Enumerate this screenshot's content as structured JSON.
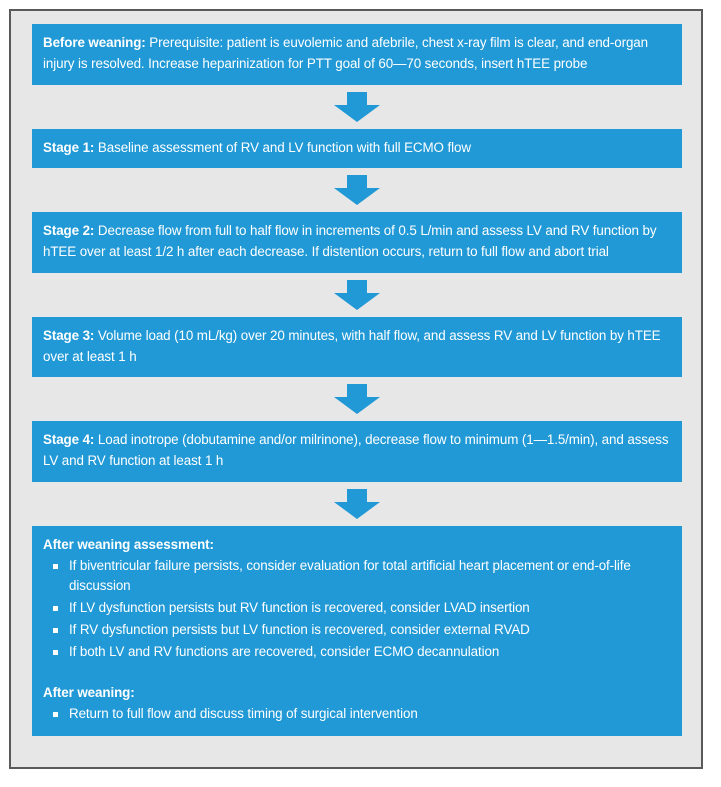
{
  "figure": {
    "type": "flowchart",
    "orientation": "vertical",
    "colors": {
      "box_fill": "#2099d6",
      "box_text": "#ffffff",
      "arrow_fill": "#2099d6",
      "canvas_background": "#e7e7e7",
      "frame_border": "#5a5a5a",
      "page_background": "#ffffff"
    },
    "connector_icon": "down-arrow-icon",
    "bullet_glyph": "white-square-bullet"
  },
  "nodes": [
    {
      "id": "before-weaning",
      "lead": "Before weaning:",
      "body": " Prerequisite: patient is euvolemic and afebrile, chest x-ray film is clear, and end-organ injury is resolved. Increase heparinization for PTT goal of 60—70 seconds, insert hTEE probe"
    },
    {
      "id": "stage-1",
      "lead": "Stage 1:",
      "body": " Baseline assessment of RV and LV function with full ECMO flow"
    },
    {
      "id": "stage-2",
      "lead": "Stage 2:",
      "body": " Decrease flow from full to half flow in increments of 0.5 L/min and assess LV and RV function by hTEE over at least 1/2 h after each decrease. If distention occurs, return to full flow and abort trial"
    },
    {
      "id": "stage-3",
      "lead": "Stage 3:",
      "body": " Volume load (10 mL/kg) over 20 minutes, with half flow, and assess RV and LV function by hTEE over at least 1 h"
    },
    {
      "id": "stage-4",
      "lead": "Stage 4:",
      "body": " Load inotrope (dobutamine and/or milrinone), decrease flow to minimum (1—1.5/min), and assess LV and RV function at least 1 h"
    }
  ],
  "summary": {
    "assessment_heading": "After weaning assessment:",
    "assessment_items": [
      "If biventricular failure persists, consider evaluation for total artificial heart placement or end-of-life discussion",
      "If LV dysfunction persists but RV function is recovered, consider LVAD insertion",
      "If RV dysfunction persists but LV function is recovered, consider external RVAD",
      "If both LV and RV functions are recovered, consider ECMO decannulation"
    ],
    "weaning_heading": "After weaning:",
    "weaning_items": [
      " Return to full flow and discuss timing of surgical intervention"
    ]
  }
}
